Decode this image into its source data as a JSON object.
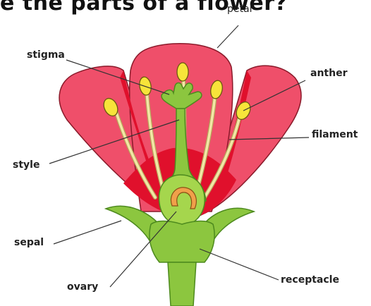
{
  "title": "e the parts of a flower?",
  "labels": {
    "petal": "petal",
    "stigma": "stigma",
    "anther": "anther",
    "filament": "filament",
    "style": "style",
    "sepal": "sepal",
    "ovary": "ovary",
    "receptacle": "receptacle"
  },
  "colors": {
    "petal": "#ef4f6a",
    "petal_inner": "#e0102c",
    "petal_outline": "#8a1a2a",
    "green": "#8cc63f",
    "green_dark": "#4d8a1e",
    "anther": "#f7e43a",
    "filament": "#f3e7a6",
    "ovule": "#f0a04a",
    "leader_line": "#333333"
  }
}
